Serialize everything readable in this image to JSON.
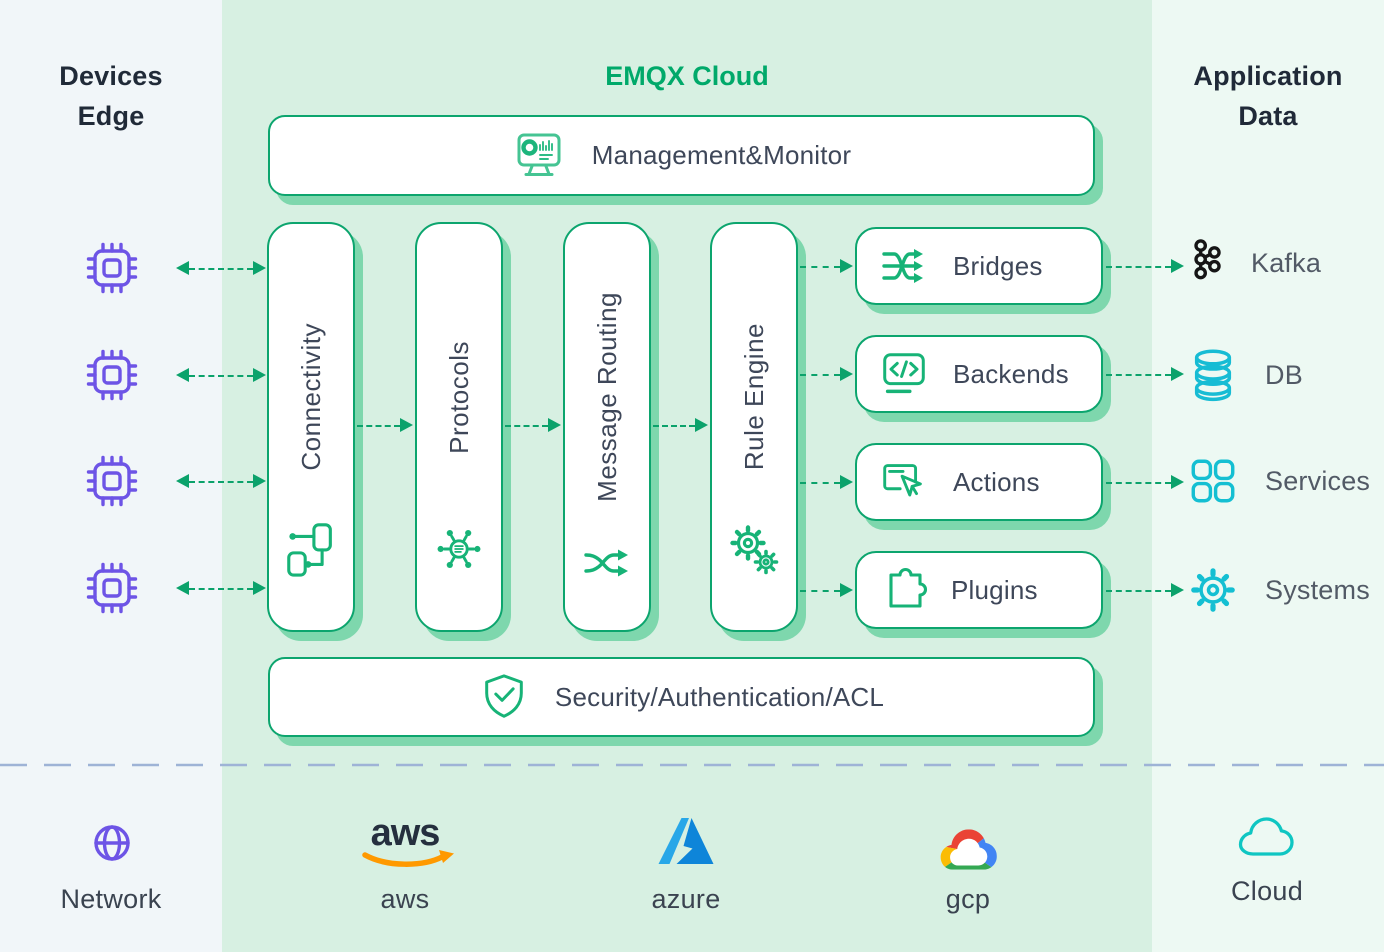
{
  "colors": {
    "panel_green_bg": "#d7f0e2",
    "left_strip_bg": "#f1f6f9",
    "right_strip_bg": "#edf9f3",
    "green_border": "#0ca56e",
    "green_shadow": "#7ed7ad",
    "green_title": "#00a96a",
    "icon_green": "#17b377",
    "arrow_green": "#0ba26b",
    "device_purple": "#6d54e6",
    "target_cyan": "#14bfd2",
    "kafka_black": "#151515",
    "text_dark": "#3e4759",
    "label_gray": "#525a66",
    "heading_dark": "#202a38",
    "separator_blue": "#9eb3d6",
    "aws_orange": "#ff9900",
    "aws_navy": "#252f3e",
    "azure_blue": "#0e85d9",
    "gcp_red": "#EA4335",
    "gcp_yellow": "#FBBC05",
    "gcp_blue": "#4285F4",
    "gcp_green": "#34A853"
  },
  "left_panel": {
    "heading": [
      "Devices",
      "Edge"
    ],
    "device_icon": "chip-icon",
    "network": {
      "label": "Network",
      "icon": "globe-icon"
    }
  },
  "emqx": {
    "title": "EMQX Cloud",
    "management": {
      "label": "Management&Monitor",
      "icon": "monitor-dashboard-icon"
    },
    "pillars": [
      {
        "label": "Connectivity",
        "icon": "connected-nodes-icon"
      },
      {
        "label": "Protocols",
        "icon": "hub-spokes-icon"
      },
      {
        "label": "Message Routing",
        "icon": "shuffle-arrows-icon"
      },
      {
        "label": "Rule Engine",
        "icon": "gears-icon"
      }
    ],
    "outputs": [
      {
        "label": "Bridges",
        "icon": "merge-arrows-icon"
      },
      {
        "label": "Backends",
        "icon": "code-tag-icon"
      },
      {
        "label": "Actions",
        "icon": "cursor-window-icon"
      },
      {
        "label": "Plugins",
        "icon": "puzzle-icon"
      }
    ],
    "security": {
      "label": "Security/Authentication/ACL",
      "icon": "shield-check-icon"
    },
    "providers": [
      {
        "label": "aws",
        "icon": "aws-logo"
      },
      {
        "label": "azure",
        "icon": "azure-logo"
      },
      {
        "label": "gcp",
        "icon": "gcp-logo"
      }
    ]
  },
  "right_panel": {
    "heading": [
      "Application",
      "Data"
    ],
    "targets": [
      {
        "label": "Kafka",
        "icon": "kafka-icon"
      },
      {
        "label": "DB",
        "icon": "database-icon"
      },
      {
        "label": "Services",
        "icon": "app-grid-icon"
      },
      {
        "label": "Systems",
        "icon": "gear-icon"
      }
    ],
    "cloud": {
      "label": "Cloud",
      "icon": "cloud-outline-icon"
    }
  }
}
